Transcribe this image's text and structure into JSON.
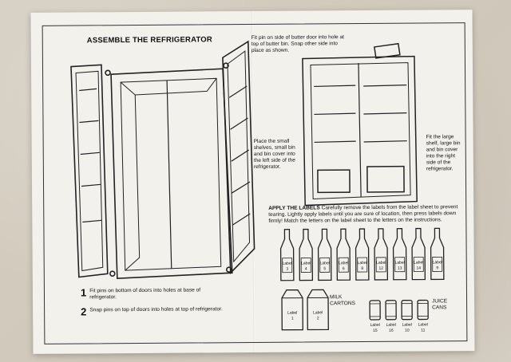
{
  "left_page": {
    "title": "ASSEMBLE THE REFRIGERATOR",
    "steps": [
      {
        "number": "1",
        "text": "Fit pins on bottom of doors into holes at base of refrigerator."
      },
      {
        "number": "2",
        "text": "Snap pins on top of doors into holes at top of refrigerator."
      }
    ]
  },
  "right_page": {
    "butter_note": "Fit pin on side of butter door into hole at top of butter bin. Snap other side into place as shown.",
    "left_side_note": "Place the small shelves, small bin and bin cover into the left side of the refrigerator.",
    "right_side_note": "Fit the large shelf, large bin and bin cover into the right side of the refrigerator.",
    "labels_heading": "APPLY THE LABELS",
    "labels_text": "Carefully remove the labels from the label sheet to prevent tearing. Lightly apply labels until you are sure of location, then press labels down firmly! Match the letters on the label sheet to the letters on the instructions.",
    "bottles": [
      {
        "label": "Label",
        "num": "3"
      },
      {
        "label": "Label",
        "num": "4"
      },
      {
        "label": "Label",
        "num": "5"
      },
      {
        "label": "Label",
        "num": "6"
      },
      {
        "label": "Label",
        "num": "8"
      },
      {
        "label": "Label",
        "num": "12"
      },
      {
        "label": "Label",
        "num": "13"
      },
      {
        "label": "Label",
        "num": "14"
      },
      {
        "label": "Label",
        "num": "9"
      }
    ],
    "milk_label": "MILK CARTONS",
    "cartons": [
      {
        "label": "Label",
        "num": "1"
      },
      {
        "label": "Label",
        "num": "2"
      }
    ],
    "juice_label": "JUICE CANS",
    "cans": [
      {
        "label": "Label",
        "num": "15"
      },
      {
        "label": "Label",
        "num": "16"
      },
      {
        "label": "Label",
        "num": "10"
      },
      {
        "label": "Label",
        "num": "11"
      }
    ]
  }
}
